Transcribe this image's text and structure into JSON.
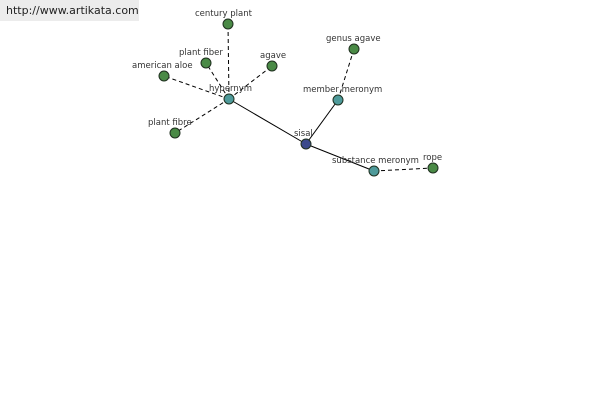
{
  "watermark": "http://www.artikata.com",
  "colors": {
    "center_node": "#3b4a8c",
    "relation_node": "#4e9a9a",
    "leaf_node": "#4a8a46"
  },
  "nodes": [
    {
      "id": "sisal",
      "label": "sisal",
      "kind": "center"
    },
    {
      "id": "hypernym",
      "label": "hypernym",
      "kind": "relation"
    },
    {
      "id": "member-meronym",
      "label": "member meronym",
      "kind": "relation"
    },
    {
      "id": "substance-meronym",
      "label": "substance meronym",
      "kind": "relation"
    },
    {
      "id": "century-plant",
      "label": "century plant",
      "kind": "leaf"
    },
    {
      "id": "plant-fiber",
      "label": "plant fiber",
      "kind": "leaf"
    },
    {
      "id": "agave",
      "label": "agave",
      "kind": "leaf"
    },
    {
      "id": "american-aloe",
      "label": "american aloe",
      "kind": "leaf"
    },
    {
      "id": "plant-fibre",
      "label": "plant fibre",
      "kind": "leaf"
    },
    {
      "id": "genus-agave",
      "label": "genus agave",
      "kind": "leaf"
    },
    {
      "id": "rope",
      "label": "rope",
      "kind": "leaf"
    }
  ],
  "edges": [
    {
      "from": "sisal",
      "to": "hypernym",
      "style": "solid"
    },
    {
      "from": "sisal",
      "to": "member-meronym",
      "style": "solid"
    },
    {
      "from": "sisal",
      "to": "substance-meronym",
      "style": "solid"
    },
    {
      "from": "hypernym",
      "to": "century-plant",
      "style": "dashed"
    },
    {
      "from": "hypernym",
      "to": "plant-fiber",
      "style": "dashed"
    },
    {
      "from": "hypernym",
      "to": "agave",
      "style": "dashed"
    },
    {
      "from": "hypernym",
      "to": "american-aloe",
      "style": "dashed"
    },
    {
      "from": "hypernym",
      "to": "plant-fibre",
      "style": "dashed"
    },
    {
      "from": "member-meronym",
      "to": "genus-agave",
      "style": "dashed"
    },
    {
      "from": "substance-meronym",
      "to": "rope",
      "style": "dashed"
    }
  ]
}
